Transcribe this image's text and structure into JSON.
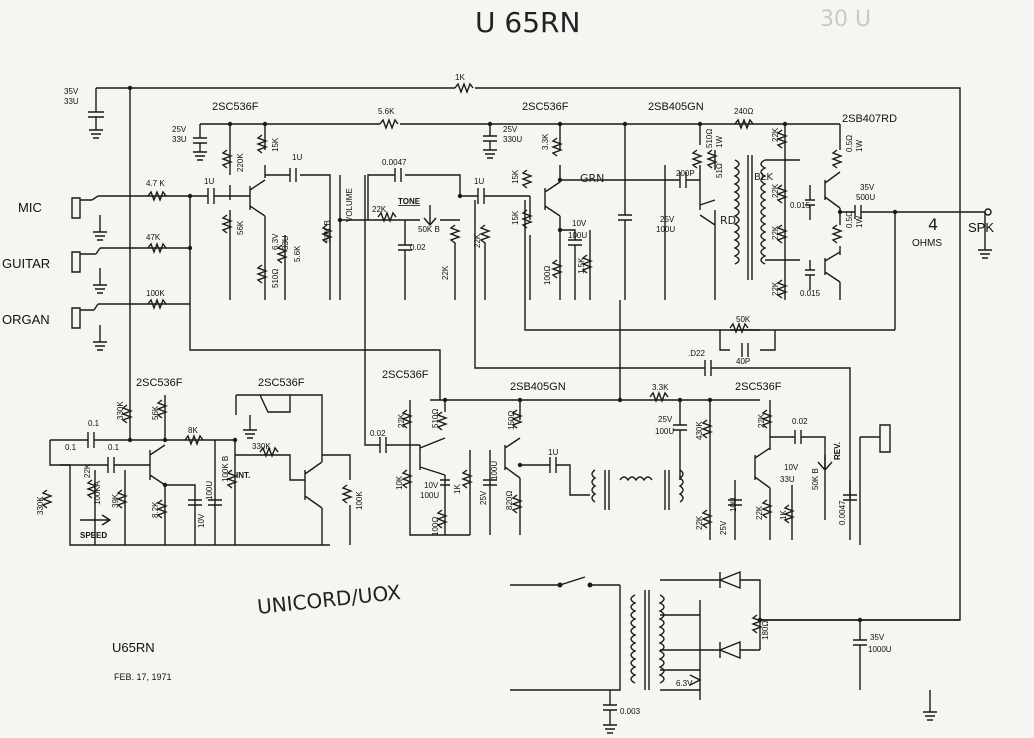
{
  "title_handwritten": "U 65RN",
  "corner_scribble": "30 U",
  "inputs": {
    "mic": "MIC",
    "guitar": "GUITAR",
    "organ": "ORGAN"
  },
  "output": {
    "speaker": "SPK",
    "impedance_num": "4",
    "impedance_unit": "OHMS"
  },
  "transistors": [
    "2SC536F",
    "2SC536F",
    "2SB405GN",
    "2SB407RD",
    "2SC536F",
    "2SC536F",
    "2SC536F",
    "2SB405GN",
    "2SC536F"
  ],
  "controls": {
    "volume": "VOLUME",
    "tone": "TONE",
    "intensity": "INT.",
    "speed": "SPEED",
    "reverb": "REV."
  },
  "wire_colors": {
    "grn": "GRN",
    "blk": "BLK",
    "rd": "RD"
  },
  "components": {
    "c_35v_33u": [
      "35V",
      "33U"
    ],
    "r_1k_top": "1K",
    "c_25v_33u": [
      "25V",
      "33U"
    ],
    "r_56k_top": "5.6K",
    "c_25v_330u": [
      "25V",
      "330U"
    ],
    "r_240": "240Ω",
    "r_15k": "15K",
    "r_220k": "220K",
    "c_1u_a": "1U",
    "c_1u_b": "1U",
    "c_1u_c": "1U",
    "r_47k_mic": "4.7 K",
    "r_47k_gtr": "47K",
    "r_100k_org": "100K",
    "r_56k": "56K",
    "c_63v_33u": [
      "6.3V",
      "33U"
    ],
    "r_56k_b": "5.6K",
    "r_510": "510Ω",
    "pot_50kb": "50K B",
    "c_0047": "0.0047",
    "r_22k_tone": "22K",
    "pot_50kb_tone": "50K B",
    "c_002": "0.02",
    "r_22k_a": "22K",
    "r_22k_b": "22K",
    "r_33k": "3.3K",
    "r_15k_b": "15K",
    "r_15k_c": "15K",
    "c_10v_100u": [
      "10V",
      "100U"
    ],
    "r_100": "100Ω",
    "r_15k_d": "1.5K",
    "c_200p": "200P",
    "r_510_1w": [
      "510Ω",
      "1W"
    ],
    "r_51": "51Ω",
    "c_25v_100u": [
      "25V",
      "100U"
    ],
    "r_22k_c": "22K",
    "r_22k_d": "22K",
    "r_22k_e": "22K",
    "r_22k_f": "22K",
    "c_0015_a": "0.015",
    "c_0015_b": "0.015",
    "r_05_1w_a": [
      "0.5Ω",
      "1W"
    ],
    "r_05_1w_b": [
      "0.5Ω",
      "1W"
    ],
    "c_35v_500u": [
      "35V",
      "500U"
    ],
    "r_50k_fb": "50K",
    "c_40p": "40P",
    "c_d22": ".D22",
    "r_33k_mid": "3.3K",
    "r_330k": "330K",
    "c_01_a": "0.1",
    "c_01_b": "0.1",
    "c_01_c": "0.1",
    "r_56k_c": "56K",
    "r_8k": "8K",
    "pot_100kb": "100K B",
    "r_330k_b": "330K",
    "r_22k_g": "22K",
    "pot_100ka": "100KA",
    "r_39k": "39K",
    "r_82k": "8.2K",
    "c_10v_100u_b": [
      "10V",
      "100U"
    ],
    "r_100k_b": "100K",
    "r_330k_c": "330K",
    "c_002_b": "0.02",
    "r_22k_h": "22K",
    "r_510_b": "510Ω",
    "r_150": "150Ω",
    "r_10k": "10K",
    "c_10v_100u_c": [
      "10V",
      "100U"
    ],
    "r_1k": "1K",
    "c_25v_100u_b": [
      "25V",
      "100U"
    ],
    "r_820": "820Ω",
    "r_100_b": "100Ω",
    "c_1u_d": "1U",
    "r_33k_b": "3.3K",
    "c_25v_100u_c": [
      "25V",
      "100U"
    ],
    "r_430k": "430K",
    "r_22k_i": "22K",
    "c_25v_10u": [
      "25V",
      "10U"
    ],
    "r_22k_j": "22K",
    "r_1k_b": "1K",
    "c_10v_33u": [
      "10V",
      "33U"
    ],
    "c_002_c": "0.02",
    "pot_50kb_rev": "50K B",
    "c_00047": "0.0047",
    "r_22k_k": "22K",
    "r_180": "180Ω",
    "c_35v_1000u": [
      "35V",
      "1000U"
    ],
    "v_63": "6.3V",
    "c_0003": "0.003"
  },
  "footer": {
    "brand_handwritten": "UNICORD/UOX",
    "model": "U65RN",
    "date": "FEB. 17, 1971"
  }
}
